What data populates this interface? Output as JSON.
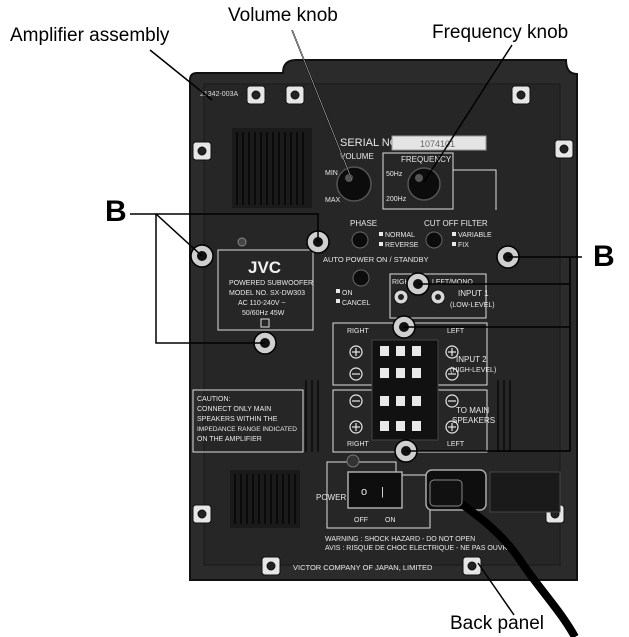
{
  "callouts": {
    "amplifier_assembly": "Amplifier assembly",
    "volume_knob": "Volume knob",
    "frequency_knob": "Frequency knob",
    "back_panel": "Back panel",
    "b_left": "B",
    "b_right": "B"
  },
  "panel": {
    "part_no": "21342-003A",
    "serial_label": "SERIAL NO.",
    "serial_value": "1074101",
    "volume_label": "VOLUME",
    "volume_min": "MIN",
    "volume_max": "MAX",
    "frequency_label": "FREQUENCY",
    "freq_50": "50Hz",
    "freq_200": "200Hz",
    "phase_label": "PHASE",
    "phase_normal": "NORMAL",
    "phase_reverse": "REVERSE",
    "cutoff_label": "CUT OFF FILTER",
    "cutoff_variable": "VARIABLE",
    "cutoff_fix": "FIX",
    "auto_power_label": "AUTO POWER ON / STANDBY",
    "auto_on": "ON",
    "auto_cancel": "CANCEL",
    "brand": "JVC",
    "rating_lines": [
      "POWERED SUBWOOFER",
      "MODEL NO. SX-DW303",
      "AC 110-240V ~",
      "50/60Hz  45W"
    ],
    "input1_right": "RIGHT",
    "input1_left": "LEFT/MONO",
    "input1_label": "INPUT 1",
    "input1_sub": "(LOW-LEVEL)",
    "input2_right": "RIGHT",
    "input2_left": "LEFT",
    "input2_label": "INPUT 2",
    "input2_sub": "(HIGH-LEVEL)",
    "to_main_label": "TO MAIN",
    "to_main_sub": "SPEAKERS",
    "caution_lines": [
      "CAUTION:",
      "CONNECT ONLY MAIN",
      "SPEAKERS WITHIN THE",
      "IMPEDANCE RANGE INDICATED",
      "ON THE AMPLIFIER"
    ],
    "lower_right": "RIGHT",
    "lower_left": "LEFT",
    "power_label": "POWER",
    "power_off": "OFF",
    "power_on": "ON",
    "warning_line1": "WARNING : SHOCK HAZARD - DO NOT OPEN",
    "warning_line2": "AVIS : RISQUE DE CHOC ELECTRIQUE - NE PAS OUVR.",
    "manufacturer": "VICTOR COMPANY OF JAPAN, LIMITED"
  }
}
